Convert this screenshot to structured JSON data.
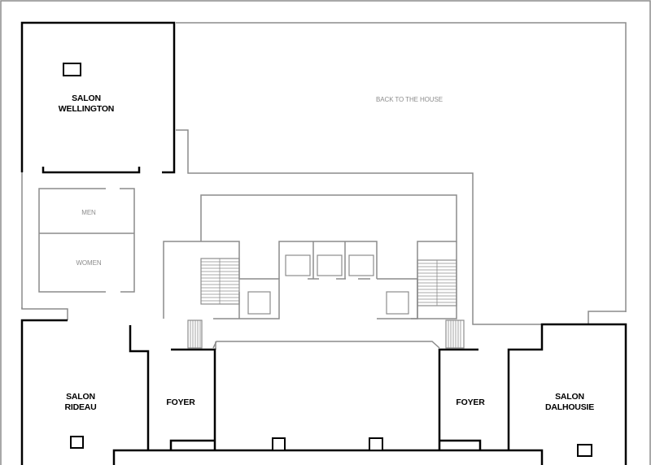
{
  "rooms": {
    "salon_wellington": [
      "SALON",
      "WELLINGTON"
    ],
    "back_to_house": "BACK TO THE HOUSE",
    "men": "MEN",
    "women": "WOMEN",
    "salon_rideau": [
      "SALON",
      "RIDEAU"
    ],
    "foyer_left": "FOYER",
    "foyer_right": "FOYER",
    "salon_dalhousie": [
      "SALON",
      "DALHOUSIE"
    ]
  },
  "colors": {
    "wall_major": "#000000",
    "wall_minor": "#8c8c8c",
    "background": "#ffffff"
  }
}
